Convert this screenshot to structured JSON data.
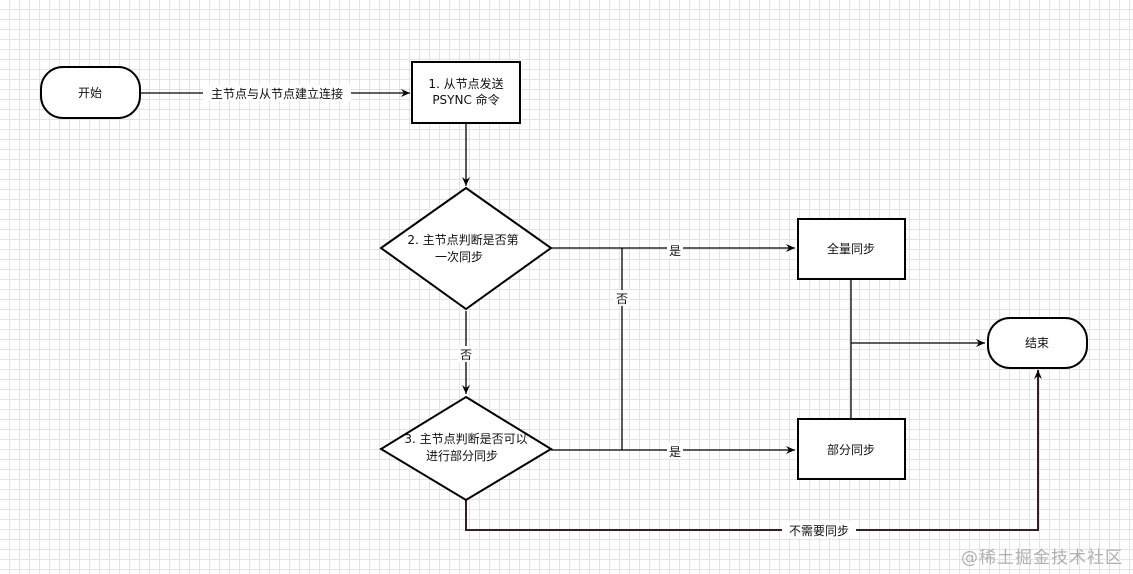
{
  "nodes": {
    "start": "开始",
    "send_psync": [
      "1. 从节点发送",
      "PSYNC 命令"
    ],
    "decision_first": [
      "2. 主节点判断是否第",
      "一次同步"
    ],
    "decision_partial": [
      "3. 主节点判断是否可以",
      "进行部分同步"
    ],
    "full_sync": "全量同步",
    "partial_sync": "部分同步",
    "end": "结束"
  },
  "edges": {
    "connect": "主节点与从节点建立连接",
    "first_yes": "是",
    "first_no": "否",
    "vertical_no": "否",
    "partial_yes": "是",
    "no_sync_needed": "不需要同步"
  },
  "watermark": "@稀土掘金技术社区"
}
